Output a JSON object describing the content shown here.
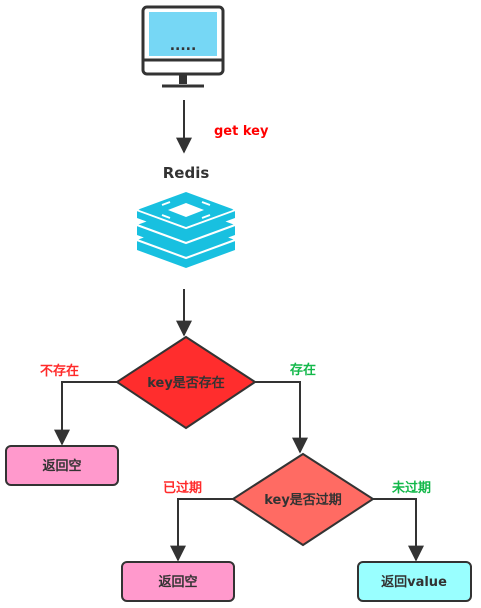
{
  "request": {
    "label": "get key",
    "color": "#ff0000"
  },
  "redis": {
    "label": "Redis",
    "logo_color": "#18c0e0"
  },
  "monitor": {
    "screen_text": ".....",
    "screen_color": "#76d7f5"
  },
  "decision1": {
    "label": "key是否存在",
    "fill": "#ff2d2d"
  },
  "decision2": {
    "label": "key是否过期",
    "fill": "#ff6b63"
  },
  "edges": {
    "not_exist": {
      "label": "不存在",
      "color": "#ff2a2a"
    },
    "exist": {
      "label": "存在",
      "color": "#13b84a"
    },
    "expired": {
      "label": "已过期",
      "color": "#ff2a2a"
    },
    "not_expired": {
      "label": "未过期",
      "color": "#13b84a"
    }
  },
  "results": {
    "empty1": {
      "label": "返回空",
      "fill": "#ff99cc"
    },
    "empty2": {
      "label": "返回空",
      "fill": "#ff99cc"
    },
    "value": {
      "label": "返回value",
      "fill": "#99ffff"
    }
  }
}
